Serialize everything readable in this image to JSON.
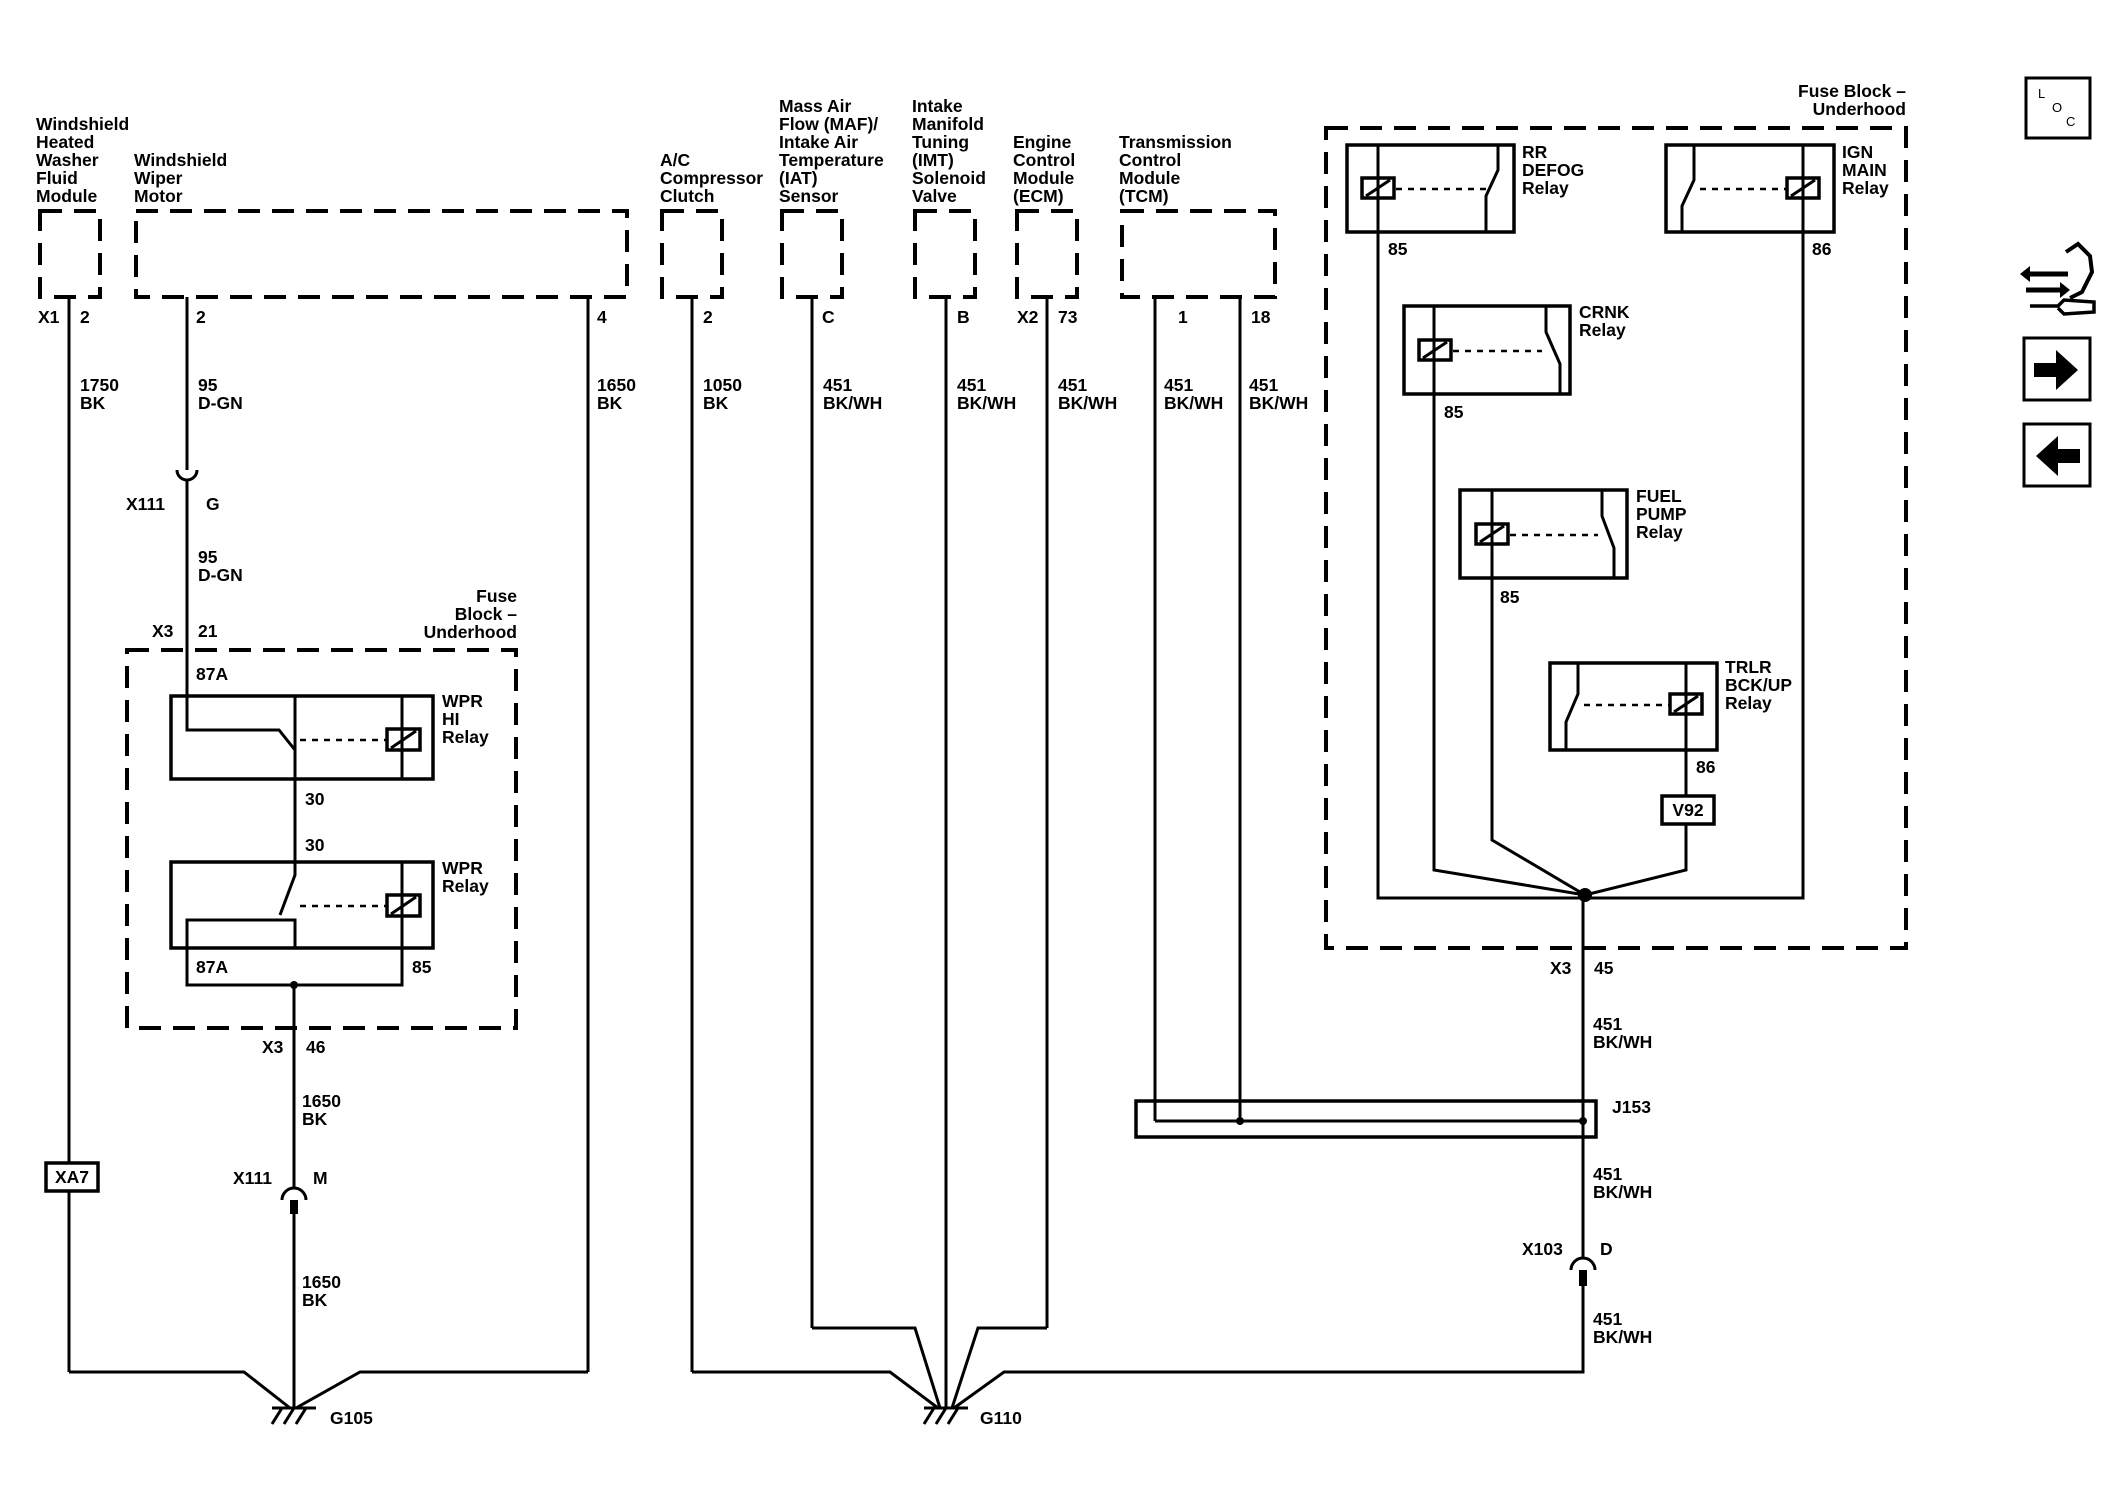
{
  "components": {
    "washer": [
      "Windshield",
      "Heated",
      "Washer",
      "Fluid",
      "Module"
    ],
    "wiper_motor": [
      "Windshield",
      "Wiper",
      "Motor"
    ],
    "ac_clutch": [
      "A/C",
      "Compressor",
      "Clutch"
    ],
    "maf": [
      "Mass Air",
      "Flow (MAF)/",
      "Intake Air",
      "Temperature",
      "(IAT)",
      "Sensor"
    ],
    "imt": [
      "Intake",
      "Manifold",
      "Tuning",
      "(IMT)",
      "Solenoid",
      "Valve"
    ],
    "ecm": [
      "Engine",
      "Control",
      "Module",
      "(ECM)"
    ],
    "tcm": [
      "Transmission",
      "Control",
      "Module",
      "(TCM)"
    ],
    "fuse_block_right": [
      "Fuse Block –",
      "Underhood"
    ],
    "fuse_block_left": [
      "Fuse",
      "Block –",
      "Underhood"
    ]
  },
  "relays": {
    "rr_defog": [
      "RR",
      "DEFOG",
      "Relay"
    ],
    "ign_main": [
      "IGN",
      "MAIN",
      "Relay"
    ],
    "crnk": [
      "CRNK",
      "Relay"
    ],
    "fuel_pump": [
      "FUEL",
      "PUMP",
      "Relay"
    ],
    "trlr": [
      "TRLR",
      "BCK/UP",
      "Relay"
    ],
    "wpr_hi": [
      "WPR",
      "HI",
      "Relay"
    ],
    "wpr": [
      "WPR",
      "Relay"
    ]
  },
  "pins": {
    "washer_conn": "X1",
    "washer_pin": "2",
    "wiper_pin2": "2",
    "wiper_pin4": "4",
    "ac_pin": "2",
    "maf_pin": "C",
    "imt_pin": "B",
    "ecm_conn": "X2",
    "ecm_pin": "73",
    "tcm_pin1": "1",
    "tcm_pin18": "18",
    "rr_defog_pin": "85",
    "ign_main_pin": "86",
    "crnk_pin": "85",
    "fuel_pump_pin": "85",
    "trlr_pin": "86",
    "fb_conn_right": "X3",
    "fb_pin_right": "45",
    "fb_conn_left_top": "X3",
    "fb_pin_left_top": "21",
    "wpr_hi_87a": "87A",
    "wpr_hi_30": "30",
    "wpr_30": "30",
    "wpr_87a": "87A",
    "wpr_85": "85",
    "fb_conn_left_bottom": "X3",
    "fb_pin_left_bottom": "46"
  },
  "wires": {
    "w1750": [
      "1750",
      "BK"
    ],
    "w95a": [
      "95",
      "D-GN"
    ],
    "w95b": [
      "95",
      "D-GN"
    ],
    "w1650a": [
      "1650",
      "BK"
    ],
    "w1050": [
      "1050",
      "BK"
    ],
    "w451_maf": [
      "451",
      "BK/WH"
    ],
    "w451_imt": [
      "451",
      "BK/WH"
    ],
    "w451_ecm": [
      "451",
      "BK/WH"
    ],
    "w451_tcm1": [
      "451",
      "BK/WH"
    ],
    "w451_tcm18": [
      "451",
      "BK/WH"
    ],
    "w1650b": [
      "1650",
      "BK"
    ],
    "w1650c": [
      "1650",
      "BK"
    ],
    "w451_r1": [
      "451",
      "BK/WH"
    ],
    "w451_r2": [
      "451",
      "BK/WH"
    ],
    "w451_r3": [
      "451",
      "BK/WH"
    ]
  },
  "connectors": {
    "x111_top": "X111",
    "x111_top_pin": "G",
    "x111_bottom": "X111",
    "x111_bottom_pin": "M",
    "x103": "X103",
    "x103_pin": "D",
    "xa7": "XA7",
    "v92": "V92",
    "j153": "J153"
  },
  "grounds": {
    "g105": "G105",
    "g110": "G110"
  },
  "nav": {
    "loc_l": "L",
    "loc_o": "O",
    "loc_c": "C"
  },
  "icons": {
    "loc": "loc-icon",
    "component": "component-view-icon",
    "next": "arrow-right-icon",
    "prev": "arrow-left-icon"
  }
}
